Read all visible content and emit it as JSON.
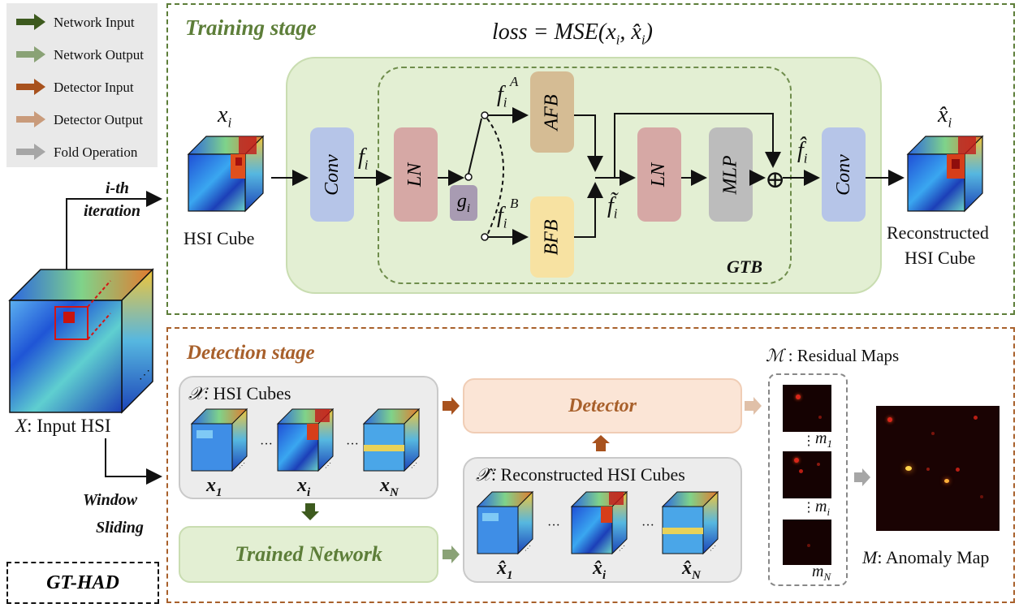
{
  "legend": {
    "items": [
      {
        "label": "Network Input",
        "color": "#3d5a1e"
      },
      {
        "label": "Network Output",
        "color": "#8aa276"
      },
      {
        "label": "Detector Input",
        "color": "#a8521e"
      },
      {
        "label": "Detector Output",
        "color": "#c99b7b"
      },
      {
        "label": "Fold Operation",
        "color": "#a6a6a6"
      }
    ]
  },
  "training": {
    "title": "Training stage",
    "loss": "loss = MSE(x",
    "loss_sub1": "i",
    "loss_mid": ", x̂",
    "loss_sub2": "i",
    "loss_end": ")",
    "input_var": "x",
    "input_sub": "i",
    "input_label": "HSI Cube",
    "conv1": "Conv",
    "fi": "f",
    "fi_sub": "i",
    "ln1": "LN",
    "gi": "g",
    "gi_sub": "i",
    "fiA": "f",
    "fiA_sub": "i",
    "fiA_sup": "A",
    "fiB": "f",
    "fiB_sub": "i",
    "fiB_sup": "B",
    "afb": "AFB",
    "bfb": "BFB",
    "fitilde": "f̃",
    "fitilde_sub": "i",
    "ln2": "LN",
    "mlp": "MLP",
    "fihat": "f̂",
    "fihat_sub": "i",
    "conv2": "Conv",
    "gtb": "GTB",
    "output_var": "x̂",
    "output_sub": "i",
    "output_label_1": "Reconstructed",
    "output_label_2": "HSI Cube",
    "plus": "⊕"
  },
  "left": {
    "ith": "i-th",
    "iteration": "iteration",
    "input_var": "X",
    "input_label": ": Input HSI",
    "window": "Window",
    "sliding": "Sliding",
    "gthad": "GT-HAD"
  },
  "detection": {
    "title": "Detection stage",
    "cubes_var": "𝒳",
    "cubes_label": ": HSI Cubes",
    "cube_labels": [
      "x",
      "x",
      "x"
    ],
    "cube_subs": [
      "1",
      "i",
      "N"
    ],
    "dots": "···",
    "detector": "Detector",
    "recon_var": "𝒳̂",
    "recon_label": ": Reconstructed HSI Cubes",
    "recon_labels": [
      "x̂",
      "x̂",
      "x̂"
    ],
    "recon_subs": [
      "1",
      "i",
      "N"
    ],
    "trained": "Trained Network",
    "residual_var": "ℳ",
    "residual_label": " : Residual Maps",
    "m_labels": [
      "m",
      "m",
      "m"
    ],
    "m_subs": [
      "1",
      "i",
      "N"
    ],
    "vdots": "⋮",
    "anomaly_var": "M",
    "anomaly_label": ": Anomaly Map"
  }
}
